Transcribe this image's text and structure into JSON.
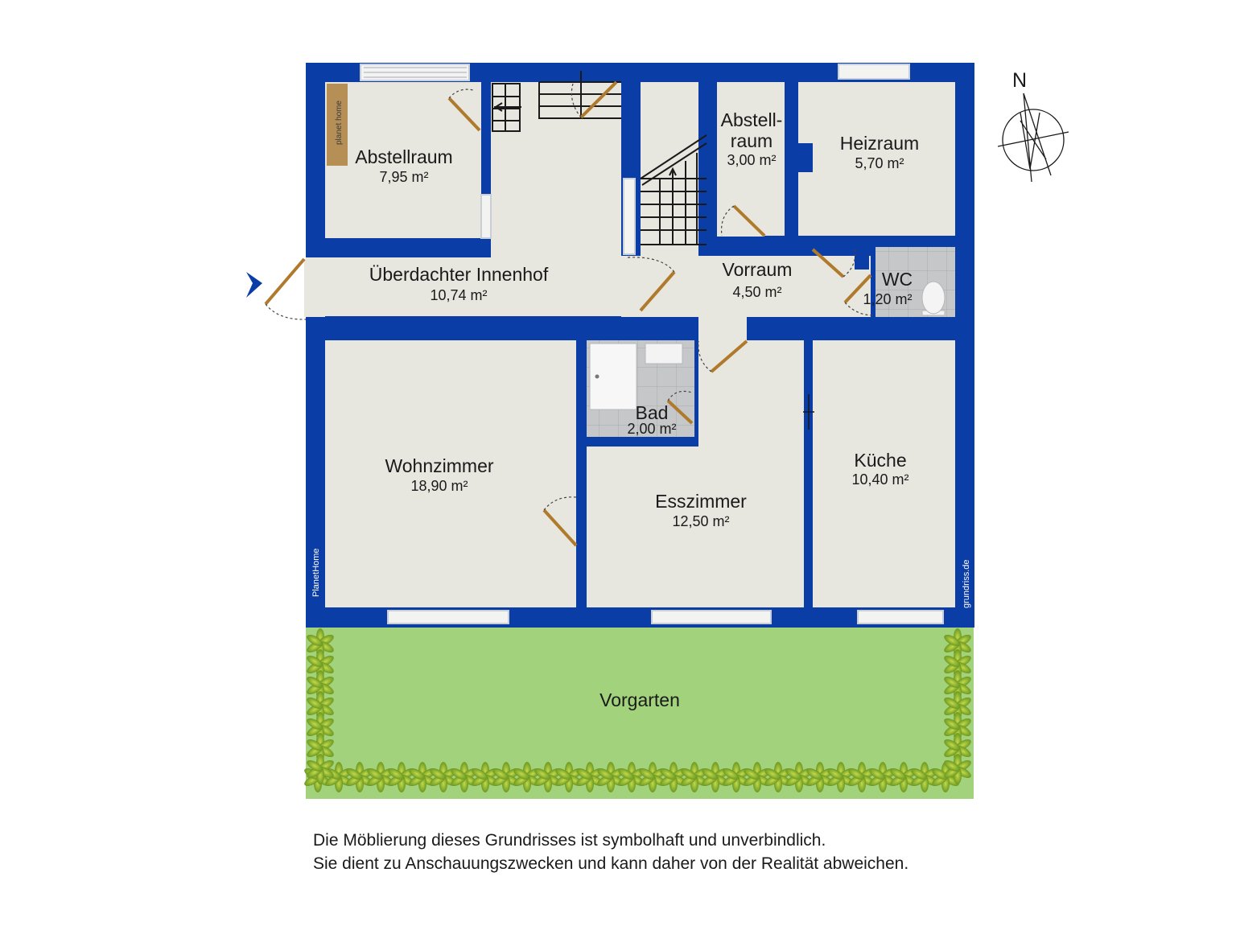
{
  "colors": {
    "wall": "#0b3da6",
    "floor": "#e7e6df",
    "garden": "#9ccf73",
    "hedge": "#7eaa2a",
    "door": "#b07a2c",
    "tile": "#c3c5c6"
  },
  "compass": {
    "north_label": "N"
  },
  "rooms": [
    {
      "id": "abstellraum",
      "name": "Abstellraum",
      "area": "7,95 m²"
    },
    {
      "id": "innenhof",
      "name": "Überdachter Innenhof",
      "area": "10,74 m²"
    },
    {
      "id": "abstell-raum",
      "name_line1": "Abstell-",
      "name_line2": "raum",
      "area": "3,00 m²"
    },
    {
      "id": "heizraum",
      "name": "Heizraum",
      "area": "5,70 m²"
    },
    {
      "id": "vorraum",
      "name": "Vorraum",
      "area": "4,50 m²"
    },
    {
      "id": "wc",
      "name": "WC",
      "area": "1,20 m²"
    },
    {
      "id": "bad",
      "name": "Bad",
      "area": "2,00 m²"
    },
    {
      "id": "wohnzimmer",
      "name": "Wohnzimmer",
      "area": "18,90 m²"
    },
    {
      "id": "esszimmer",
      "name": "Esszimmer",
      "area": "12,50 m²"
    },
    {
      "id": "kueche",
      "name": "Küche",
      "area": "10,40 m²"
    }
  ],
  "garden": {
    "name": "Vorgarten"
  },
  "watermarks": {
    "left": "PlanetHome",
    "right": "grundriss.de",
    "logo": "planet home"
  },
  "disclaimer": [
    "Die Möblierung dieses Grundrisses ist symbolhaft und unverbindlich.",
    "Sie dient zu Anschauungszwecken und kann daher von der Realität abweichen."
  ]
}
